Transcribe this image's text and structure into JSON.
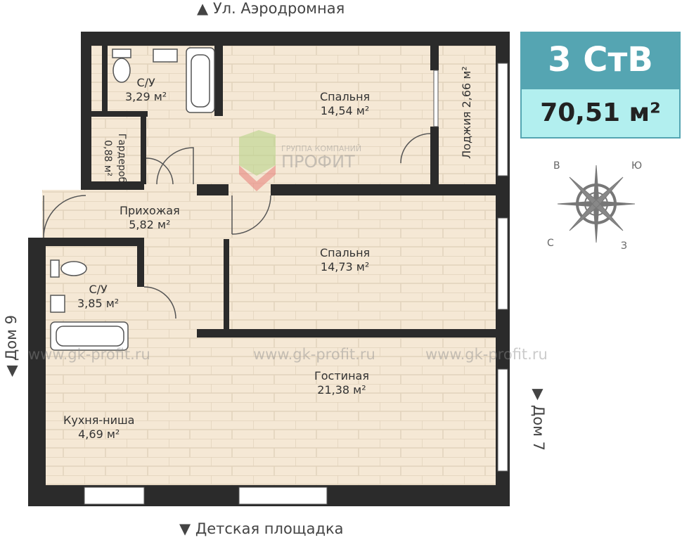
{
  "streets": {
    "top": "Ул. Аэродромная",
    "bottom": "Детская площадка",
    "left": "Дом 9",
    "right": "Дом 7"
  },
  "badge": {
    "type": "3 СтВ",
    "area": "70,51 м²"
  },
  "compass": {
    "n": "С",
    "s": "Ю",
    "e": "В",
    "w": "З"
  },
  "logo": {
    "line1": "ГРУППА КОМПАНИЙ",
    "line2": "ПРОФИТ"
  },
  "watermark": "www.gk-profit.ru",
  "rooms": [
    {
      "name": "С/У",
      "area": "3,29 м²"
    },
    {
      "name": "Спальня",
      "area": "14,54 м²"
    },
    {
      "name": "Лоджия",
      "area": "2,66 м²"
    },
    {
      "name": "Гардероб",
      "area": "0,88 м²"
    },
    {
      "name": "Прихожая",
      "area": "5,82 м²"
    },
    {
      "name": "Спальня",
      "area": "14,73 м²"
    },
    {
      "name": "С/У",
      "area": "3,85 м²"
    },
    {
      "name": "Гостиная",
      "area": "21,38 м²"
    },
    {
      "name": "Кухня-ниша",
      "area": "4,69 м²"
    }
  ],
  "colors": {
    "wall": "#2b2b2b",
    "floor": "#f5e8d5",
    "badge_dark": "#55a5b2",
    "badge_light": "#b2efef"
  }
}
